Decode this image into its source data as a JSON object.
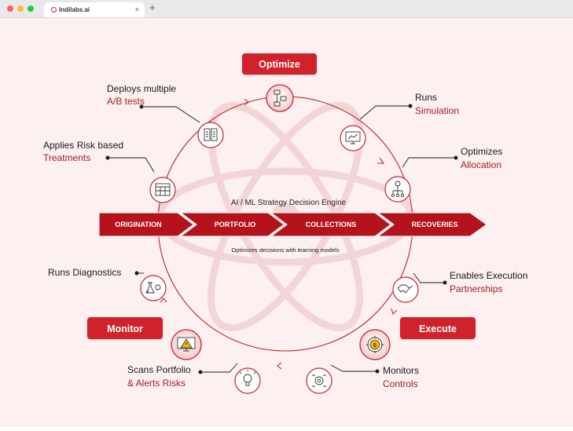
{
  "browser": {
    "tab_title": "Indilabs.ai",
    "close_glyph": "×",
    "new_tab_glyph": "+",
    "window_controls": [
      "#ff5f57",
      "#febc2e",
      "#28c840"
    ]
  },
  "diagram": {
    "engine_title": "AI / ML Strategy Decision Engine",
    "engine_caption": "Optimizes decisions with learning models",
    "stages": [
      "ORIGINATION",
      "PORTFOLIO",
      "COLLECTIONS",
      "RECOVERIES"
    ],
    "phases": {
      "optimize": "Optimize",
      "monitor": "Monitor",
      "execute": "Execute"
    },
    "steps": [
      {
        "line1": "Deploys multiple",
        "line2": "A/B tests",
        "icon": "ab-test-icon"
      },
      {
        "line1": "Runs",
        "line2": "Simulation",
        "icon": "monitor-chart-icon"
      },
      {
        "line1": "Optimizes",
        "line2": "Allocation",
        "icon": "allocation-tree-icon"
      },
      {
        "line1": "Applies Risk based",
        "line2": "Treatments",
        "icon": "calendar-grid-icon"
      },
      {
        "line1": "Runs Diagnostics",
        "line2": "",
        "icon": "lab-flask-icon"
      },
      {
        "line1": "Enables Execution",
        "line2": "Partnerships",
        "icon": "handshake-icon"
      },
      {
        "line1": "Scans Portfolio",
        "line2": "& Alerts Risks",
        "icon": "lightbulb-icon"
      },
      {
        "line1": "Monitors",
        "line2": "Controls",
        "icon": "control-settings-icon"
      }
    ],
    "center_icons": {
      "optimize": "flowchart-icon",
      "monitor": "warning-screen-icon",
      "execute": "dollar-target-icon"
    },
    "colors": {
      "accent": "#c0242f",
      "arrow": "#b5131c",
      "label": "#a11d25",
      "text": "#1a1a1a",
      "background": "#fdf0f0"
    }
  }
}
